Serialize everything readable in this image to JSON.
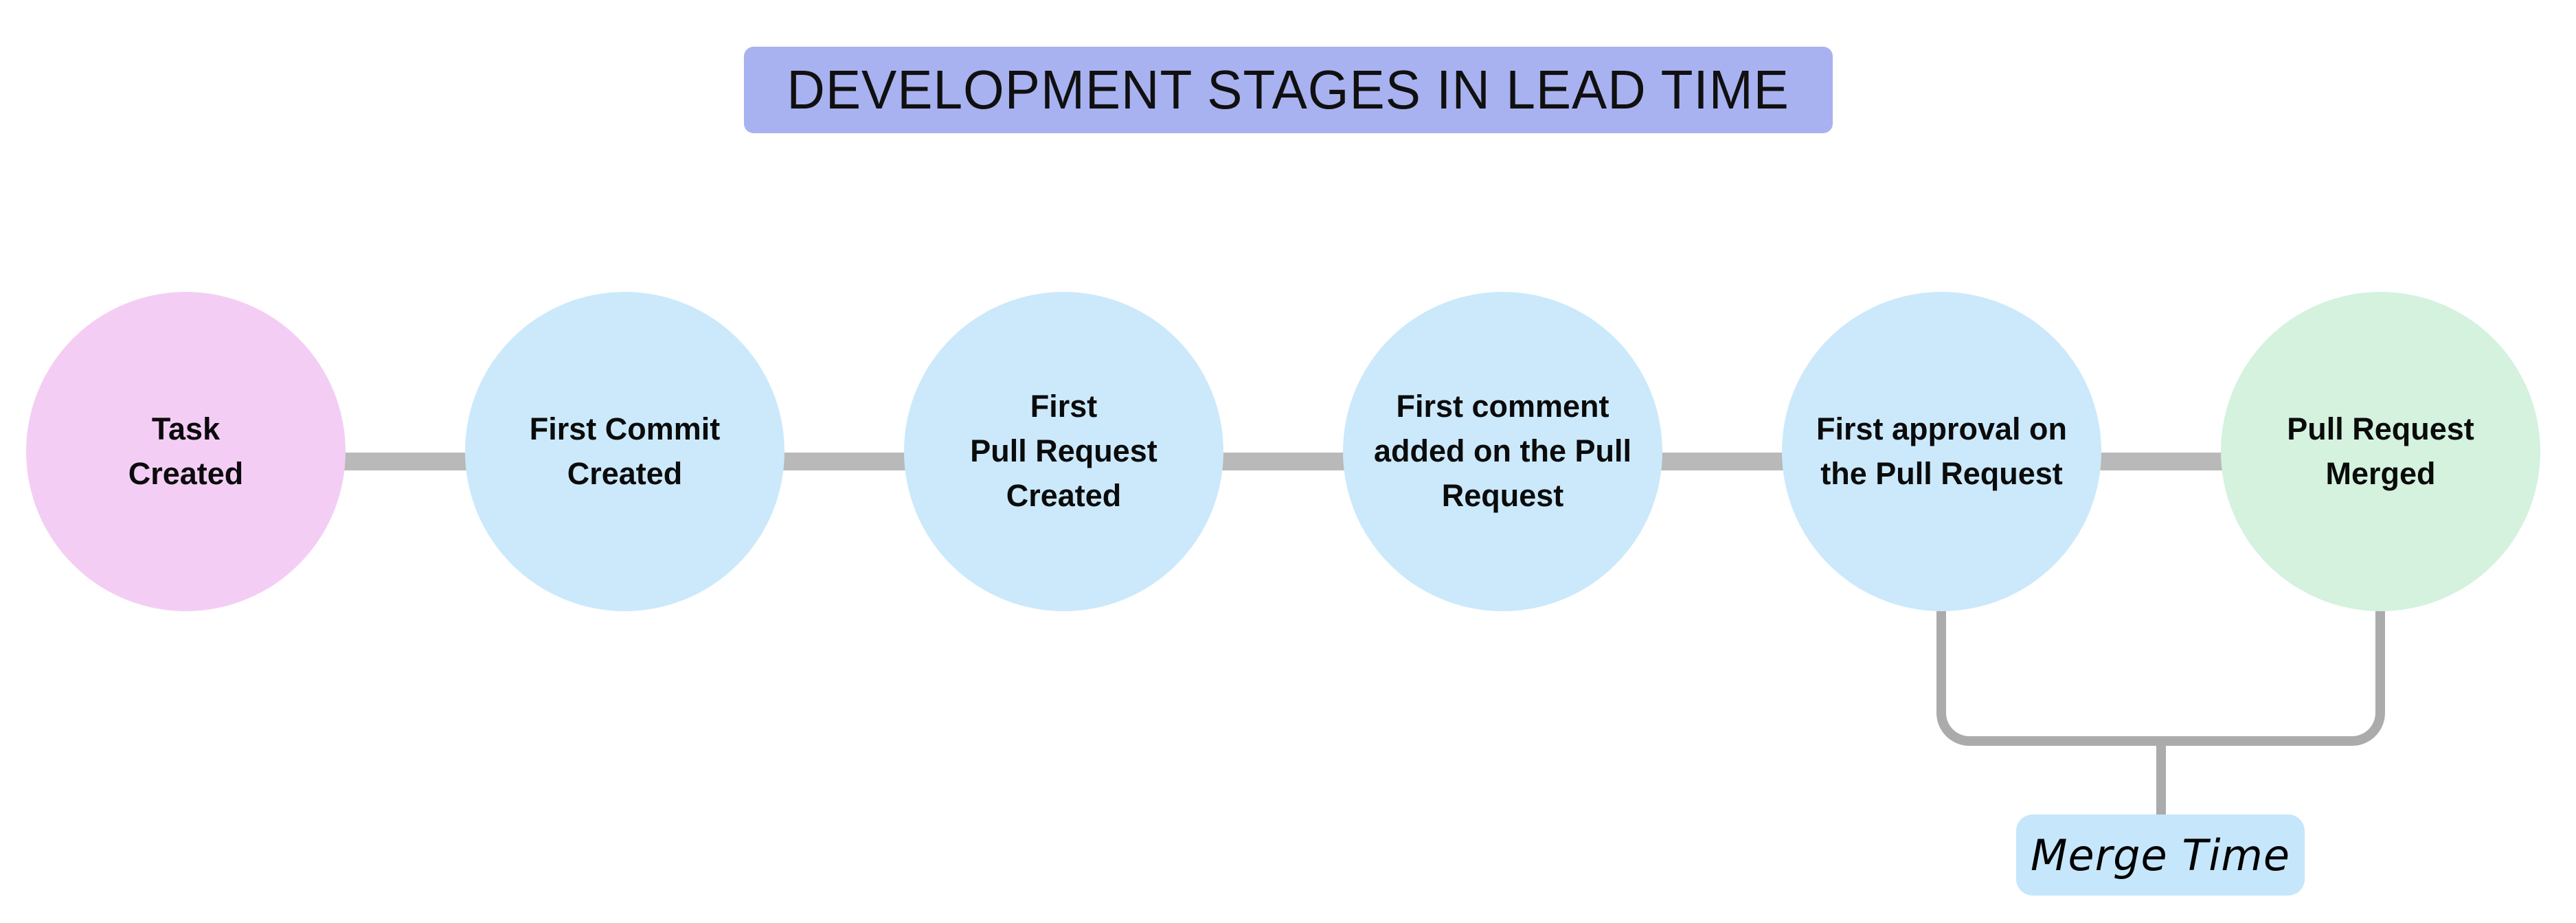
{
  "diagram": {
    "title": "DEVELOPMENT STAGES IN LEAD TIME",
    "stages": [
      {
        "id": "task-created",
        "label": "Task\nCreated",
        "color": "#f4cdf5"
      },
      {
        "id": "first-commit-created",
        "label": "First Commit\nCreated",
        "color": "#cbe9fb"
      },
      {
        "id": "first-pull-request",
        "label": "First\nPull Request\nCreated",
        "color": "#cbe9fb"
      },
      {
        "id": "first-comment",
        "label": "First comment\nadded on the Pull\nRequest",
        "color": "#cbe9fb"
      },
      {
        "id": "first-approval",
        "label": "First approval on\nthe Pull Request",
        "color": "#cbe9fb"
      },
      {
        "id": "pull-request-merged",
        "label": "Pull Request\nMerged",
        "color": "#d4f2de"
      }
    ],
    "annotation": {
      "label": "Merge Time",
      "box_color": "#c6e6fb",
      "spans_stages": [
        "first-approval",
        "pull-request-merged"
      ]
    },
    "colors": {
      "background": "#ffffff",
      "title_banner": "#a9b2f0",
      "connector": "#b9b9b9",
      "bracket": "#ababab",
      "text": "#0b0b0b"
    }
  }
}
